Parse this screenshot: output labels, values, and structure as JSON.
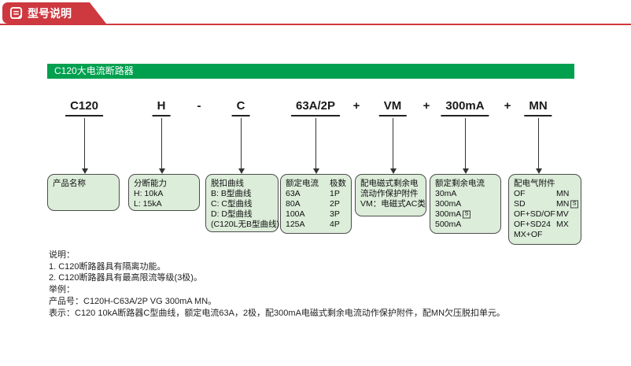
{
  "colors": {
    "accent_red": "#ce3940",
    "series_bar_green": "#00a04e",
    "legend_box_fill": "#dcedda",
    "legend_box_border": "#4d4d4d"
  },
  "header": {
    "tab_label": "型号说明"
  },
  "series_title": "C120大电流断路器",
  "model_code": {
    "parts": [
      "C120",
      "H",
      "-",
      "C",
      "63A/2P",
      "+",
      "VM",
      "+",
      "300mA",
      "+",
      "MN"
    ]
  },
  "legend": {
    "product_name": {
      "title": "产品名称"
    },
    "breaking_capacity": {
      "title": "分断能力",
      "items": [
        "H: 10kA",
        "L: 15kA"
      ]
    },
    "trip_curve": {
      "title": "脱扣曲线",
      "items": [
        "B: B型曲线",
        "C: C型曲线",
        "D: D型曲线",
        "(C120L无B型曲线)"
      ]
    },
    "rated_current": {
      "col_titles": [
        "额定电流",
        "极数"
      ],
      "rows": [
        {
          "current": "63A",
          "poles": "1P"
        },
        {
          "current": "80A",
          "poles": "2P"
        },
        {
          "current": "100A",
          "poles": "3P"
        },
        {
          "current": "125A",
          "poles": "4P"
        }
      ]
    },
    "residual_protection": {
      "title_lines": [
        "配电磁式剩余电",
        "流动作保护附件"
      ],
      "items": [
        "VM：电磁式AC类"
      ]
    },
    "rated_residual_current": {
      "title": "额定剩余电流",
      "items": [
        {
          "text": "30mA",
          "badge": ""
        },
        {
          "text": "300mA",
          "badge": ""
        },
        {
          "text": "300mA",
          "badge": "S"
        },
        {
          "text": "500mA",
          "badge": ""
        }
      ]
    },
    "electrical_accessories": {
      "title": "配电气附件",
      "rows": [
        {
          "left": "OF",
          "right": "MN",
          "right_badge": ""
        },
        {
          "left": "SD",
          "right": "MN",
          "right_badge": "S"
        },
        {
          "left": "OF+SD/OF",
          "right": "MV",
          "right_badge": ""
        },
        {
          "left": "OF+SD24",
          "right": "MX",
          "right_badge": ""
        },
        {
          "left": "MX+OF",
          "right": "",
          "right_badge": ""
        }
      ]
    }
  },
  "notes": {
    "label": "说明：",
    "items": [
      "1. C120断路器具有隔离功能。",
      "2. C120断路器具有最高限流等级(3极)。"
    ],
    "example_label": "举例：",
    "product_no_line": "产品号：C120H-C63A/2P VG 300mA MN。",
    "meaning_line": "表示：C120 10kA断路器C型曲线，额定电流63A，2极，配300mA电磁式剩余电流动作保护附件，配MN欠压脱扣单元。"
  }
}
